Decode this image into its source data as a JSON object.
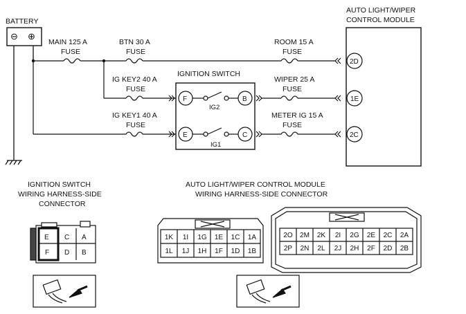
{
  "battery": {
    "label": "BATTERY",
    "minus": "⊖",
    "plus": "⊕"
  },
  "module": {
    "title_line1": "AUTO LIGHT/WIPER",
    "title_line2": "CONTROL MODULE"
  },
  "fuses": {
    "main": {
      "line1": "MAIN 125 A",
      "line2": "FUSE"
    },
    "btn": {
      "line1": "BTN 30 A",
      "line2": "FUSE"
    },
    "ig_key2": {
      "line1": "IG KEY2 40 A",
      "line2": "FUSE"
    },
    "ig_key1": {
      "line1": "IG KEY1 40 A",
      "line2": "FUSE"
    },
    "room": {
      "line1": "ROOM 15 A",
      "line2": "FUSE"
    },
    "wiper": {
      "line1": "WIPER 25 A",
      "line2": "FUSE"
    },
    "meter_ig": {
      "line1": "METER IG 15 A",
      "line2": "FUSE"
    }
  },
  "ignition_switch": {
    "title": "IGNITION SWITCH",
    "terminals": {
      "f": "F",
      "b": "B",
      "e": "E",
      "c": "C"
    },
    "contacts": {
      "ig2": "IG2",
      "ig1": "IG1"
    }
  },
  "module_pins": {
    "p2d": "2D",
    "p1e": "1E",
    "p2c": "2C"
  },
  "ign_connector": {
    "title_line1": "IGNITION SWITCH",
    "title_line2": "WIRING HARNESS-SIDE",
    "title_line3": "CONNECTOR",
    "cells": {
      "e": "E",
      "c": "C",
      "a": "A",
      "f": "F",
      "d": "D",
      "b": "B"
    }
  },
  "module_connector": {
    "title_line1": "AUTO LIGHT/WIPER CONTROL MODULE",
    "title_line2": "WIRING HARNESS-SIDE CONNECTOR",
    "left_row1": [
      "1K",
      "1I",
      "1G",
      "1E",
      "1C",
      "1A"
    ],
    "left_row2": [
      "1L",
      "1J",
      "1H",
      "1F",
      "1D",
      "1B"
    ],
    "right_row1": [
      "2O",
      "2M",
      "2K",
      "2I",
      "2G",
      "2E",
      "2C",
      "2A"
    ],
    "right_row2": [
      "2P",
      "2N",
      "2L",
      "2J",
      "2H",
      "2F",
      "2D",
      "2B"
    ]
  }
}
